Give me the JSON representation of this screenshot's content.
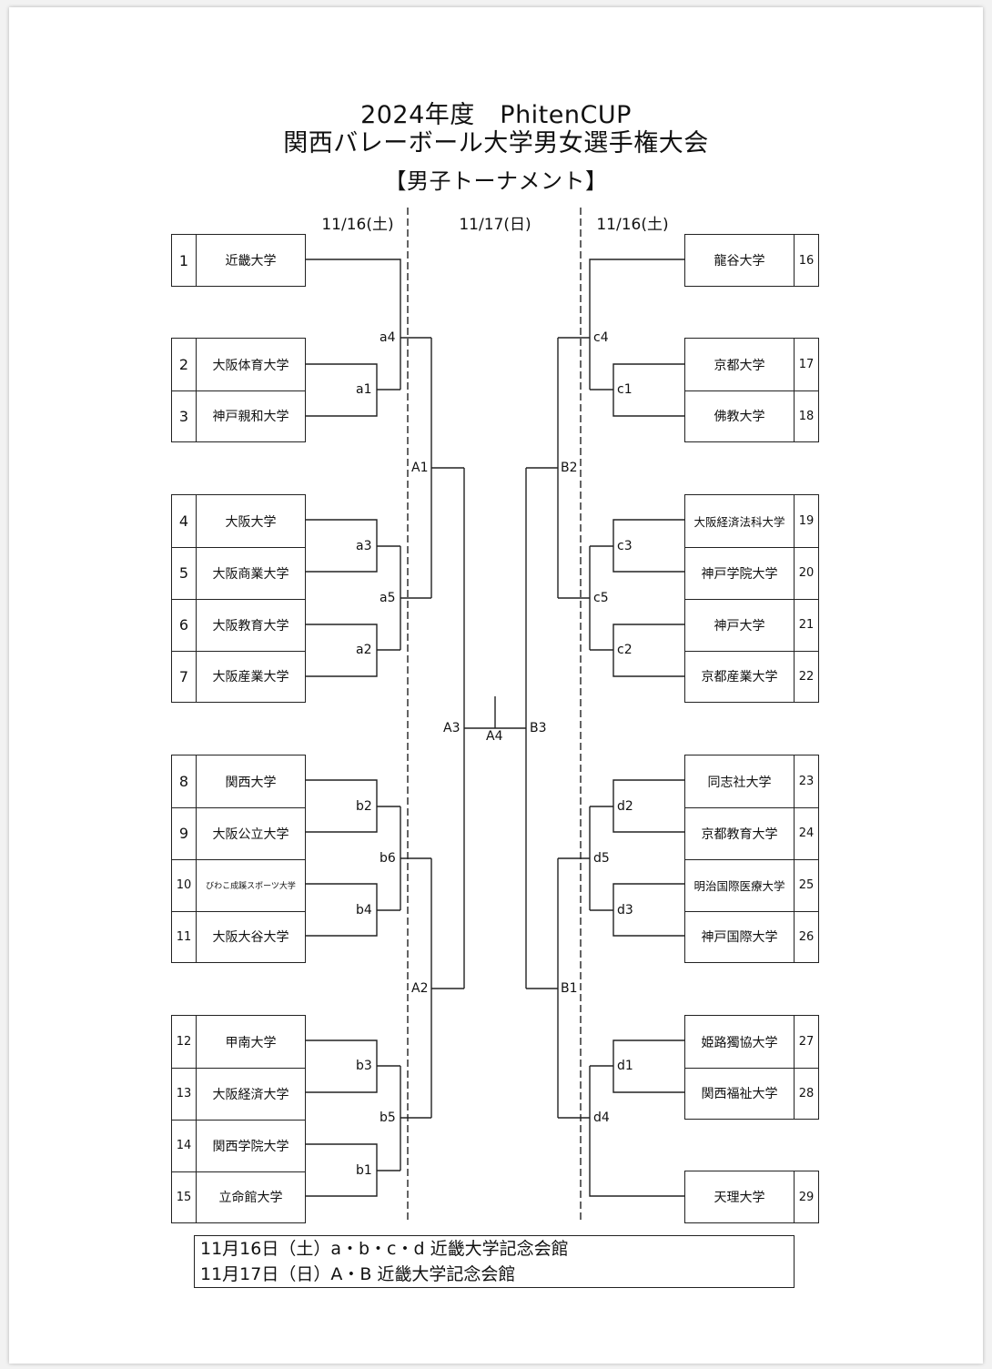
{
  "header": {
    "title_line1": "2024年度　PhitenCUP",
    "title_line2": "関西バレーボール大学男女選手権大会",
    "subtitle": "【男子トーナメント】"
  },
  "dates": {
    "left": "11/16(土)",
    "center": "11/17(日)",
    "right": "11/16(土)"
  },
  "teams_left": [
    {
      "num": "1",
      "name": "近畿大学"
    },
    {
      "num": "2",
      "name": "大阪体育大学"
    },
    {
      "num": "3",
      "name": "神戸親和大学"
    },
    {
      "num": "4",
      "name": "大阪大学"
    },
    {
      "num": "5",
      "name": "大阪商業大学"
    },
    {
      "num": "6",
      "name": "大阪教育大学"
    },
    {
      "num": "7",
      "name": "大阪産業大学"
    },
    {
      "num": "8",
      "name": "関西大学"
    },
    {
      "num": "9",
      "name": "大阪公立大学"
    },
    {
      "num": "10",
      "name": "びわこ成蹊スポーツ大学"
    },
    {
      "num": "11",
      "name": "大阪大谷大学"
    },
    {
      "num": "12",
      "name": "甲南大学"
    },
    {
      "num": "13",
      "name": "大阪経済大学"
    },
    {
      "num": "14",
      "name": "関西学院大学"
    },
    {
      "num": "15",
      "name": "立命館大学"
    }
  ],
  "teams_right": [
    {
      "num": "16",
      "name": "龍谷大学"
    },
    {
      "num": "17",
      "name": "京都大学"
    },
    {
      "num": "18",
      "name": "佛教大学"
    },
    {
      "num": "19",
      "name": "大阪経済法科大学"
    },
    {
      "num": "20",
      "name": "神戸学院大学"
    },
    {
      "num": "21",
      "name": "神戸大学"
    },
    {
      "num": "22",
      "name": "京都産業大学"
    },
    {
      "num": "23",
      "name": "同志社大学"
    },
    {
      "num": "24",
      "name": "京都教育大学"
    },
    {
      "num": "25",
      "name": "明治国際医療大学"
    },
    {
      "num": "26",
      "name": "神戸国際大学"
    },
    {
      "num": "27",
      "name": "姫路獨協大学"
    },
    {
      "num": "28",
      "name": "関西福祉大学"
    },
    {
      "num": "29",
      "name": "天理大学"
    }
  ],
  "match_labels": {
    "a1": "a1",
    "a2": "a2",
    "a3": "a3",
    "a4": "a4",
    "a5": "a5",
    "b1": "b1",
    "b2": "b2",
    "b3": "b3",
    "b4": "b4",
    "b5": "b5",
    "b6": "b6",
    "c1": "c1",
    "c2": "c2",
    "c3": "c3",
    "c4": "c4",
    "c5": "c5",
    "d1": "d1",
    "d2": "d2",
    "d3": "d3",
    "d4": "d4",
    "d5": "d5",
    "A1": "A1",
    "A2": "A2",
    "A3": "A3",
    "A4": "A4",
    "B1": "B1",
    "B2": "B2",
    "B3": "B3"
  },
  "footer": {
    "line1": "11月16日（土）a・b・c・d 近畿大学記念会館",
    "line2": "11月17日（日）A・B 近畿大学記念会館"
  }
}
